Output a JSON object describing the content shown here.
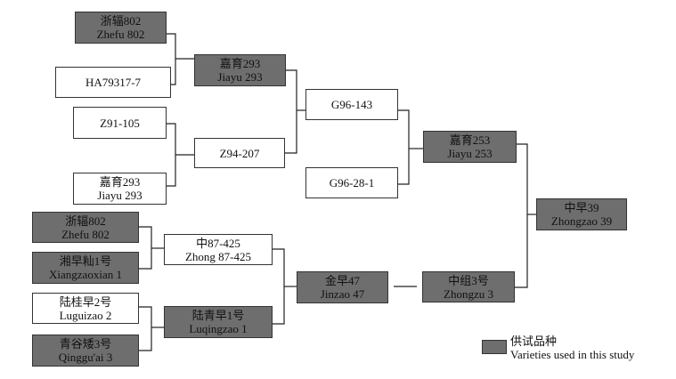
{
  "colors": {
    "used": "#6e6e6e",
    "plain": "#ffffff",
    "line": "#222222"
  },
  "nodes": {
    "zhefu802_top": {
      "zh": "浙辐802",
      "en": "Zhefu 802",
      "used": true
    },
    "ha79317": {
      "zh": "",
      "en": "HA79317-7",
      "used": false
    },
    "jiayu293_mid": {
      "zh": "嘉育293",
      "en": "Jiayu 293",
      "used": true
    },
    "z91105": {
      "zh": "",
      "en": "Z91-105",
      "used": false
    },
    "jiayu293_low": {
      "zh": "嘉育293",
      "en": "Jiayu 293",
      "used": false
    },
    "z94207": {
      "zh": "",
      "en": "Z94-207",
      "used": false
    },
    "g96143": {
      "zh": "",
      "en": "G96-143",
      "used": false
    },
    "g96281": {
      "zh": "",
      "en": "G96-28-1",
      "used": false
    },
    "jiayu253": {
      "zh": "嘉育253",
      "en": "Jiayu 253",
      "used": true
    },
    "zhefu802_low": {
      "zh": "浙辐802",
      "en": "Zhefu 802",
      "used": true
    },
    "xiangzaoxian1": {
      "zh": "湘早籼1号",
      "en": "Xiangzaoxian 1",
      "used": true
    },
    "zhong87425": {
      "zh": "中87-425",
      "en": "Zhong 87-425",
      "used": false
    },
    "luguizao2": {
      "zh": "陆桂早2号",
      "en": "Luguizao 2",
      "used": false
    },
    "qingguai3": {
      "zh": "青谷矮3号",
      "en": "Qinggu'ai 3",
      "used": true
    },
    "luqingzao1": {
      "zh": "陆青早1号",
      "en": "Luqingzao 1",
      "used": true
    },
    "jinzao47": {
      "zh": "金早47",
      "en": "Jinzao 47",
      "used": true
    },
    "zhongzu3": {
      "zh": "中组3号",
      "en": "Zhongzu 3",
      "used": true
    },
    "zhongzao39": {
      "zh": "中早39",
      "en": "Zhongzao 39",
      "used": true
    }
  },
  "legend": {
    "zh": "供试品种",
    "en": "Varieties used in this study"
  }
}
